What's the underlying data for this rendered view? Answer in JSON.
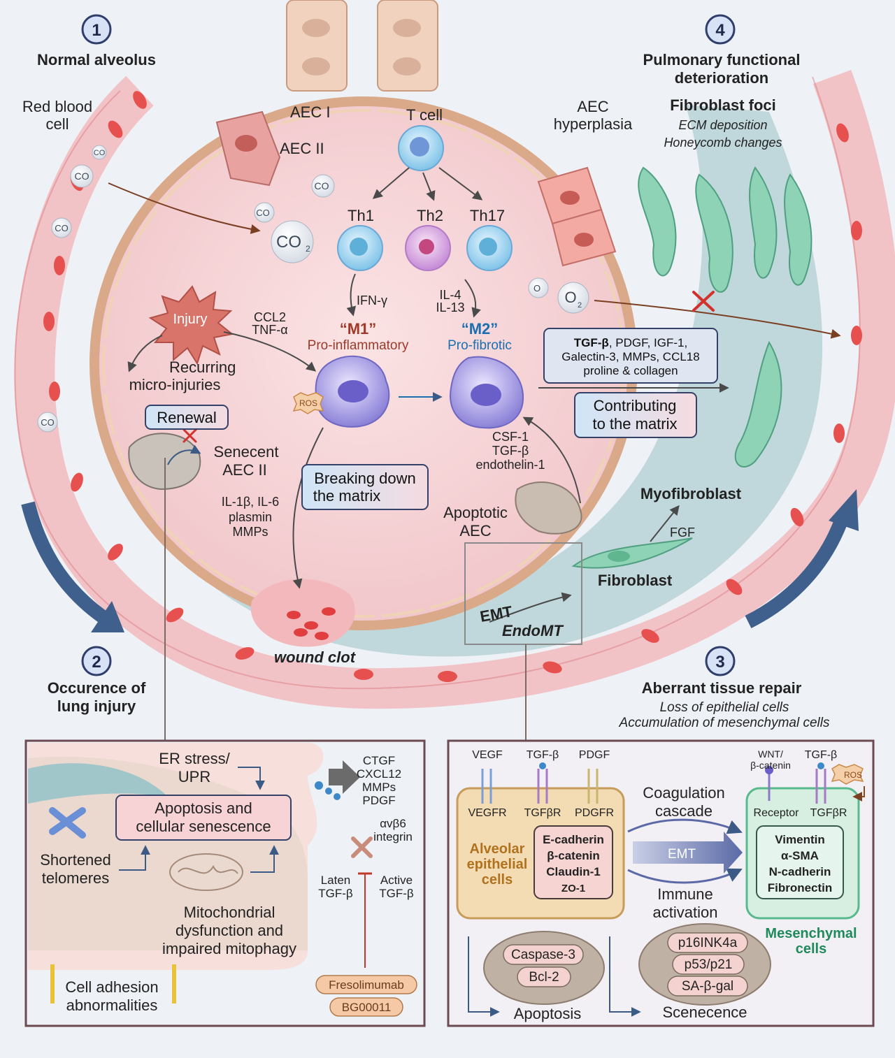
{
  "stages": [
    {
      "number": "1",
      "title": [
        "Normal alveolus"
      ]
    },
    {
      "number": "2",
      "title": [
        "Occurence of",
        "lung injury"
      ]
    },
    {
      "number": "3",
      "title": [
        "Aberrant tissue repair"
      ],
      "subtitle": [
        "Loss of epithelial cells",
        "Accumulation of mesenchymal cells"
      ]
    },
    {
      "number": "4",
      "title": [
        "Pulmonary functional",
        "deterioration"
      ]
    }
  ],
  "labels": {
    "red_blood_cell": [
      "Red blood",
      "cell"
    ],
    "aec1": "AEC I",
    "aec2": "AEC II",
    "aec_hyperplasia": [
      "AEC",
      "hyperplasia"
    ],
    "fibroblast_foci": "Fibroblast foci",
    "fibroblast_foci_sub": [
      "ECM deposition",
      "Honeycomb changes"
    ],
    "t_cell": "T cell",
    "th1": "Th1",
    "th2": "Th2",
    "th17": "Th17",
    "ifn": "IFN-γ",
    "il4_13": [
      "IL-4",
      "IL-13"
    ],
    "m1": "“M1”",
    "m1_sub": "Pro-inflammatory",
    "m2": "“M2”",
    "m2_sub": "Pro-fibrotic",
    "injury": "Injury",
    "ccl2": [
      "CCL2",
      "TNF-α"
    ],
    "recurring": [
      "Recurring",
      "micro-injuries"
    ],
    "renewal": "Renewal",
    "senescent": [
      "Senecent",
      "AEC II"
    ],
    "ros": "ROS",
    "il1b": [
      "IL-1β, IL-6",
      "plasmin",
      "MMPs"
    ],
    "breaking_down": [
      "Breaking down",
      "the matrix"
    ],
    "csf": [
      "CSF-1",
      "TGF-β",
      "endothelin-1"
    ],
    "apoptotic_aec": [
      "Apoptotic",
      "AEC"
    ],
    "tgf_box_bold": "TGF-β",
    "tgf_box": [
      ", PDGF, IGF-1,",
      "Galectin-3, MMPs, CCL18",
      "proline & collagen"
    ],
    "contributing": [
      "Contributing",
      "to the matrix"
    ],
    "myofibroblast": "Myofibroblast",
    "fgf": "FGF",
    "fibroblast": "Fibroblast",
    "emt": "EMT",
    "endomt": "EndoMT",
    "wound_clot": "wound clot",
    "co2": "CO",
    "o2": "O",
    "sub2": "2"
  },
  "left_panel": {
    "er_stress": [
      "ER stress/",
      "UPR"
    ],
    "apoptosis_box": [
      "Apoptosis and",
      "cellular senescence"
    ],
    "telomeres": [
      "Shortened",
      "telomeres"
    ],
    "mito": [
      "Mitochondrial",
      "dysfunction and",
      "impaired mitophagy"
    ],
    "adhesion": [
      "Cell adhesion",
      "abnormalities"
    ],
    "factors": [
      "CTGF",
      "CXCL12",
      "MMPs",
      "PDGF"
    ],
    "integrin": [
      "αvβ6",
      "integrin"
    ],
    "latent": [
      "Laten",
      "TGF-β"
    ],
    "active": [
      "Active",
      "TGF-β"
    ],
    "drugs": [
      "Fresolimumab",
      "BG00011"
    ]
  },
  "right_panel": {
    "ligands": [
      "VEGF",
      "TGF-β",
      "PDGF"
    ],
    "receptors": [
      "VEGFR",
      "TGFβR",
      "PDGFR"
    ],
    "alveolar": [
      "Alveolar",
      "epithelial",
      "cells"
    ],
    "epi_markers": [
      "E-cadherin",
      "β-catenin",
      "Claudin-1",
      "ZO-1"
    ],
    "coag": [
      "Coagulation",
      "cascade"
    ],
    "emt": "EMT",
    "immune": [
      "Immune",
      "activation"
    ],
    "wnt": [
      "WNT/",
      "β-catenin"
    ],
    "tgfb": "TGF-β",
    "ros": "ROS",
    "receptor": "Receptor",
    "tgfbr": "TGFβR",
    "mes_markers": [
      "Vimentin",
      "α-SMA",
      "N-cadherin",
      "Fibronectin"
    ],
    "mesenchymal": [
      "Mesenchymal",
      "cells"
    ],
    "apop_markers": [
      "Caspase-3",
      "Bcl-2"
    ],
    "apoptosis": "Apoptosis",
    "sen_markers": [
      "p16INK4a",
      "p53/p21",
      "SA-β-gal"
    ],
    "senescence": "Scenecence"
  },
  "colors": {
    "accent_blue": "#1a6fb0",
    "m1_red": "#9e3a2a",
    "mes_green": "#1f8a5b",
    "alv_orange": "#b0721f"
  }
}
